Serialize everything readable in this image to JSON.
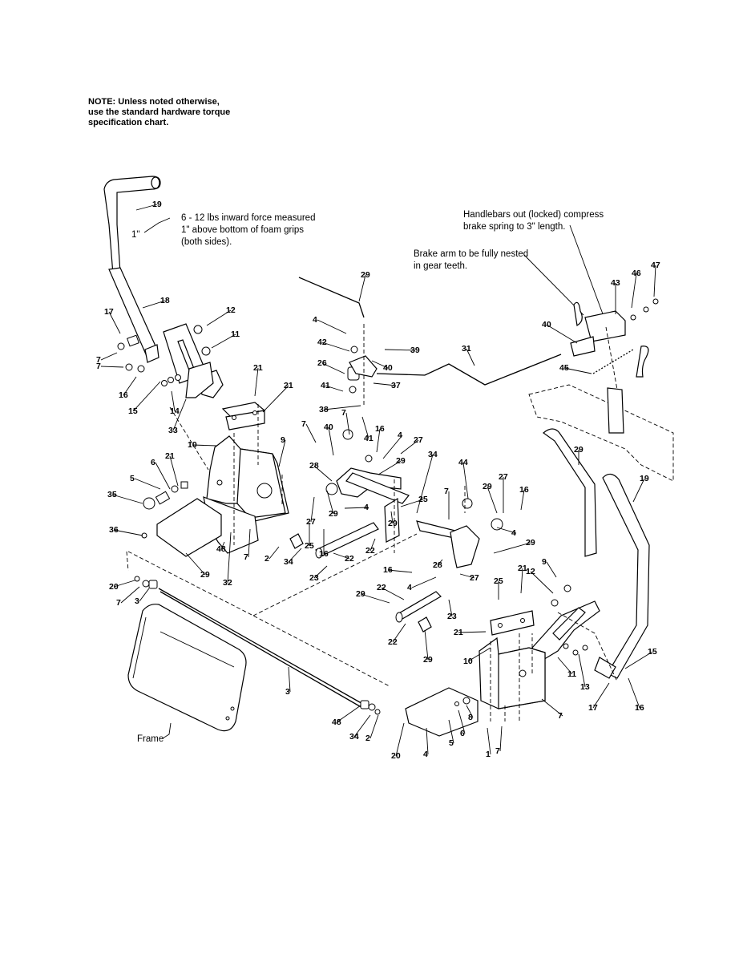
{
  "note": {
    "lines": [
      "NOTE: Unless noted otherwise,",
      "use the standard hardware torque",
      "specification chart."
    ]
  },
  "annotations": {
    "force_lines": [
      "6 - 12 lbs inward force measured",
      "1\" above bottom of foam grips",
      "(both sides)."
    ],
    "one_inch": "1\"",
    "handlebars_lines": [
      "Handlebars out (locked) compress",
      "brake spring to 3\" length."
    ],
    "brake_arm_lines": [
      "Brake arm to be fully nested",
      "in gear teeth."
    ],
    "frame": "Frame"
  },
  "callouts": [
    "19",
    "18",
    "17",
    "12",
    "11",
    "7",
    "7",
    "16",
    "15",
    "14",
    "33",
    "21",
    "21",
    "10",
    "9",
    "21",
    "6",
    "5",
    "35",
    "36",
    "48",
    "32",
    "7",
    "29",
    "20",
    "7",
    "3",
    "2",
    "34",
    "25",
    "29",
    "4",
    "42",
    "39",
    "26",
    "40",
    "37",
    "41",
    "38",
    "7",
    "41",
    "7",
    "40",
    "28",
    "29",
    "27",
    "16",
    "4",
    "27",
    "29",
    "16",
    "4",
    "22",
    "23",
    "22",
    "29",
    "25",
    "34",
    "31",
    "43",
    "46",
    "47",
    "40",
    "45",
    "44",
    "7",
    "29",
    "27",
    "16",
    "4",
    "29",
    "28",
    "27",
    "16",
    "4",
    "29",
    "22",
    "23",
    "22",
    "29",
    "25",
    "21",
    "21",
    "10",
    "9",
    "12",
    "11",
    "13",
    "15",
    "17",
    "16",
    "7",
    "8",
    "6",
    "5",
    "4",
    "20",
    "48",
    "34",
    "2",
    "3",
    "1",
    "7",
    "29",
    "19",
    "18"
  ]
}
